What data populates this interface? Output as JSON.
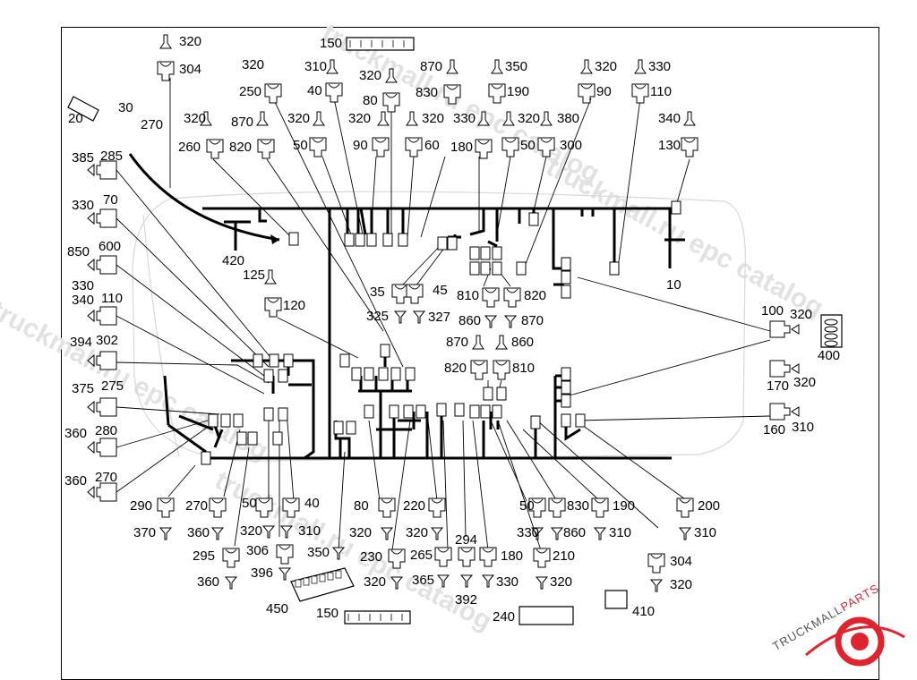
{
  "watermark": {
    "text": "truckmall.ru epc catalog"
  },
  "logo": {
    "text_dark": "TRUCKMALL",
    "text_accent": "PARTS",
    "accent_color": "#e0242f"
  },
  "colors": {
    "line": "#000000",
    "background": "#ffffff",
    "watermark": "#e2e2e2",
    "outline": "#d8d8d8"
  },
  "labels": [
    "320",
    "304",
    "150",
    "320",
    "250",
    "310",
    "40",
    "320",
    "80",
    "870",
    "830",
    "350",
    "190",
    "320",
    "90",
    "330",
    "110",
    "20",
    "30",
    "270",
    "320",
    "260",
    "870",
    "820",
    "320",
    "50",
    "320",
    "90",
    "320",
    "60",
    "330",
    "180",
    "320",
    "50",
    "380",
    "300",
    "340",
    "130",
    "385",
    "285",
    "330",
    "70",
    "850",
    "600",
    "330",
    "340",
    "110",
    "420",
    "125",
    "120",
    "35",
    "45",
    "325",
    "327",
    "810",
    "820",
    "860",
    "870",
    "10",
    "100",
    "320",
    "400",
    "870",
    "860",
    "820",
    "810",
    "170",
    "320",
    "160",
    "310",
    "394",
    "302",
    "375",
    "275",
    "360",
    "280",
    "360",
    "270",
    "290",
    "270",
    "50",
    "40",
    "80",
    "220",
    "50",
    "830",
    "190",
    "200",
    "370",
    "360",
    "320",
    "310",
    "320",
    "320",
    "294",
    "330",
    "860",
    "310",
    "310",
    "306",
    "350",
    "295",
    "230",
    "265",
    "180",
    "210",
    "304",
    "396",
    "360",
    "320",
    "365",
    "330",
    "320",
    "320",
    "392",
    "450",
    "150",
    "240",
    "410"
  ]
}
